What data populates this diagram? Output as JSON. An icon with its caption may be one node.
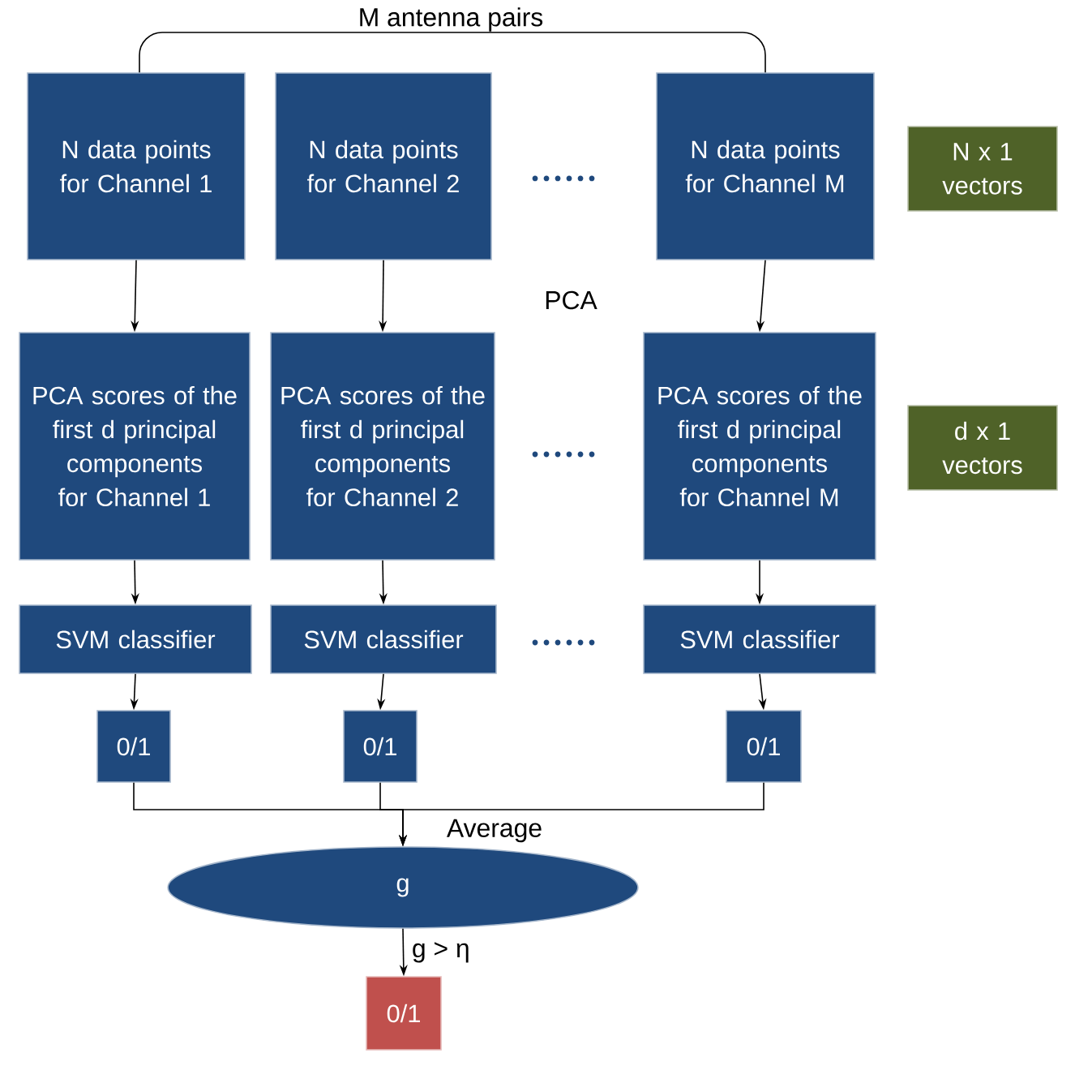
{
  "diagram": {
    "nodes": [
      {
        "text": [
          "N data points for Channel 1"
        ]
      },
      {
        "text": [
          "N data points for Channel 2"
        ]
      },
      {
        "text": [
          "N data points for Channel M"
        ]
      },
      {
        "text": [
          "N x 1 vectors"
        ]
      },
      {
        "text": [
          "PCA scores of the first d principal components for Channel 1"
        ]
      },
      {
        "text": [
          "PCA scores of the first d principal components for Channel 2"
        ]
      },
      {
        "text": [
          "PCA scores of the first d principal components for Channel M"
        ]
      },
      {
        "text": [
          "d x 1 vectors"
        ]
      },
      {
        "text": [
          "SVM classifier"
        ]
      },
      {
        "text": [
          "SVM classifier"
        ]
      },
      {
        "text": [
          "SVM classifier"
        ]
      },
      {
        "text": [
          "0/1"
        ]
      },
      {
        "text": [
          "0/1"
        ]
      },
      {
        "text": [
          "0/1"
        ]
      },
      {
        "text": [
          "g"
        ]
      },
      {
        "text": [
          "0/1"
        ]
      }
    ],
    "edges": [
      {
        "from": 0,
        "to": 4,
        "arrow": "to"
      },
      {
        "from": 1,
        "to": 5,
        "arrow": "to"
      },
      {
        "from": 2,
        "to": 6,
        "arrow": "to"
      },
      {
        "from": 4,
        "to": 8,
        "arrow": "to"
      },
      {
        "from": 5,
        "to": 9,
        "arrow": "to"
      },
      {
        "from": 6,
        "to": 10,
        "arrow": "to"
      },
      {
        "from": 8,
        "to": 11,
        "arrow": "to"
      },
      {
        "from": 9,
        "to": 12,
        "arrow": "to"
      },
      {
        "from": 10,
        "to": 13,
        "arrow": "to"
      },
      {
        "from": 11,
        "to": 14,
        "arrow": "to"
      },
      {
        "from": 12,
        "to": 14,
        "arrow": "to"
      },
      {
        "from": 13,
        "to": 14,
        "arrow": "to"
      },
      {
        "from": 14,
        "to": 15,
        "label": "g > η",
        "arrow": "to"
      }
    ],
    "labels": [
      "M antenna pairs",
      "PCA",
      "Average"
    ]
  }
}
